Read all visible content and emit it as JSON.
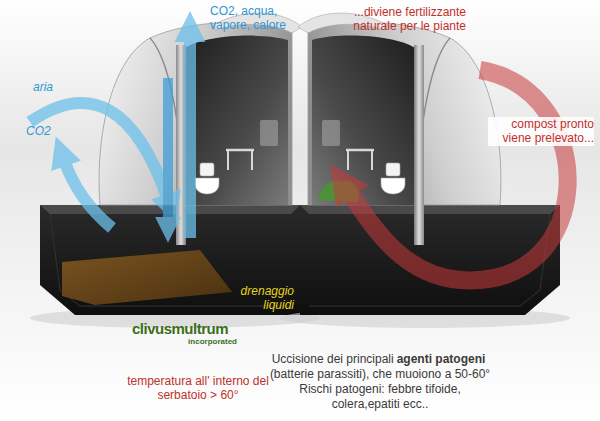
{
  "diagram": {
    "labels": [
      "CO2, acqua, vapore, calore",
      "aria",
      "CO2",
      "...diviene fertilizzante naturale per le piante",
      "compost pronto viene prelevato...",
      "drenaggio liquidi",
      "clivusmultrum",
      "incorporated",
      "temperatura all' interno del serbatoio > 60°",
      "Uccisione dei principali",
      "agenti patogeni",
      "(batterie parassiti), che muoiono a 50-60°",
      "Rischi patogeni: febbre tifoide, colera,epatiti ecc.."
    ]
  }
}
